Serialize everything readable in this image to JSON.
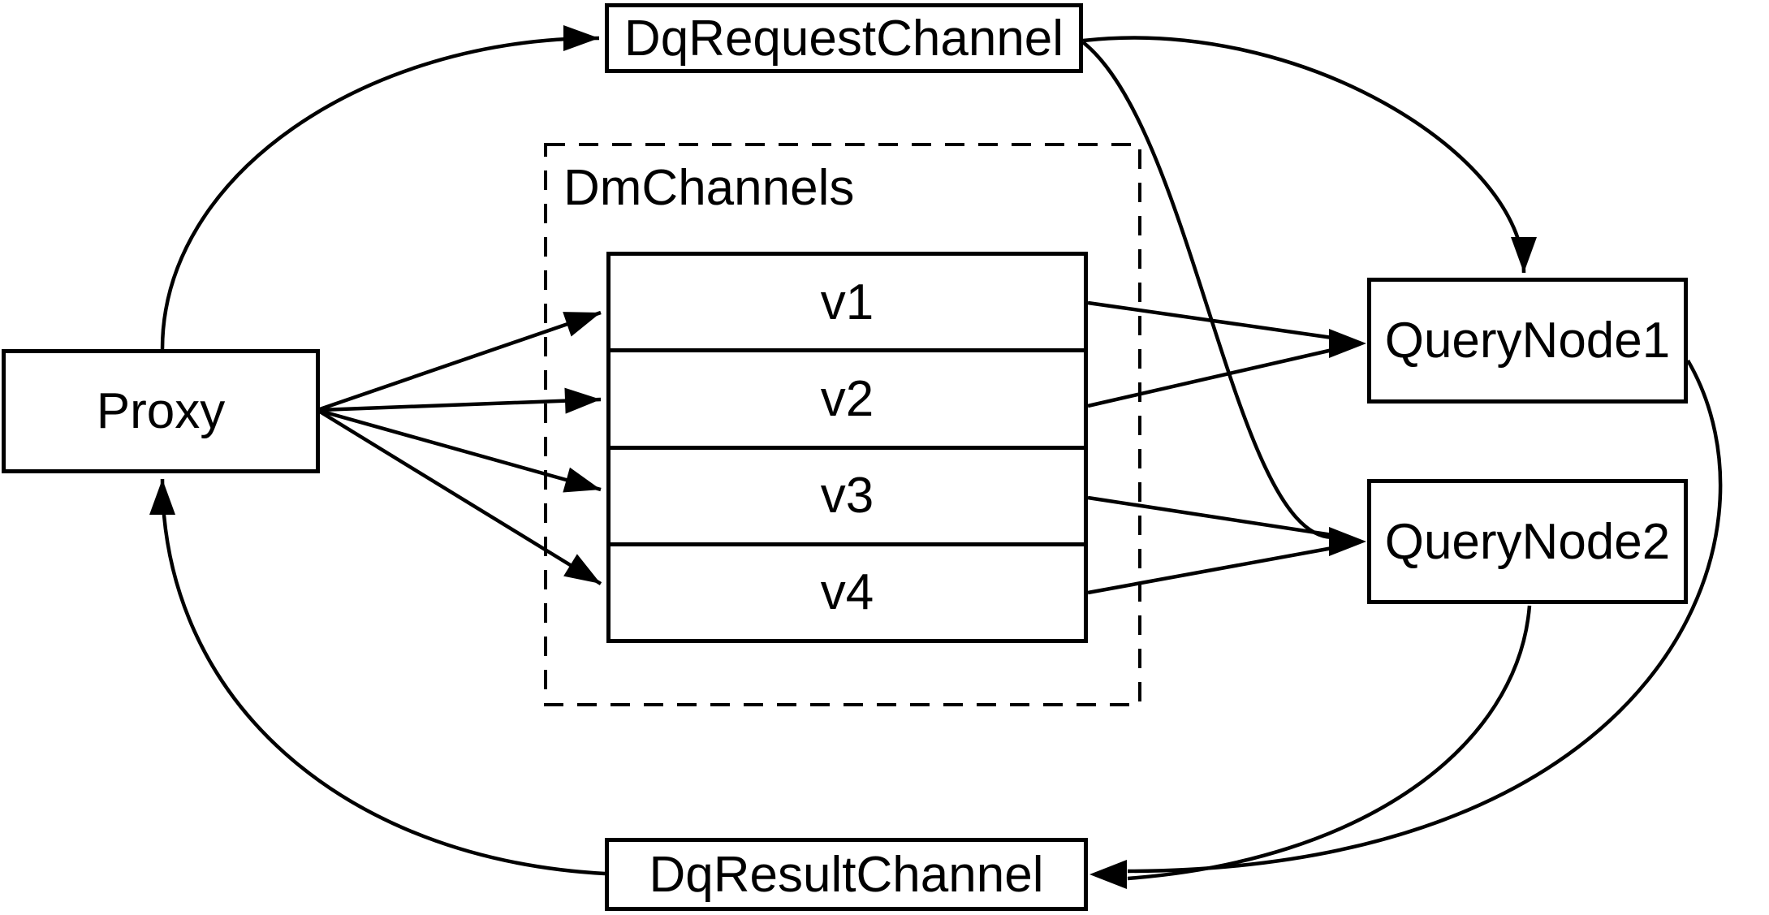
{
  "diagram": {
    "nodes": {
      "proxy": "Proxy",
      "dq_request_channel": "DqRequestChannel",
      "dm_channels_group": "DmChannels",
      "channels": [
        "v1",
        "v2",
        "v3",
        "v4"
      ],
      "query_node_1": "QueryNode1",
      "query_node_2": "QueryNode2",
      "dq_result_channel": "DqResultChannel"
    },
    "colors": {
      "line": "#000000",
      "node_fill": "#ffffff",
      "background": "#ffffff"
    }
  }
}
